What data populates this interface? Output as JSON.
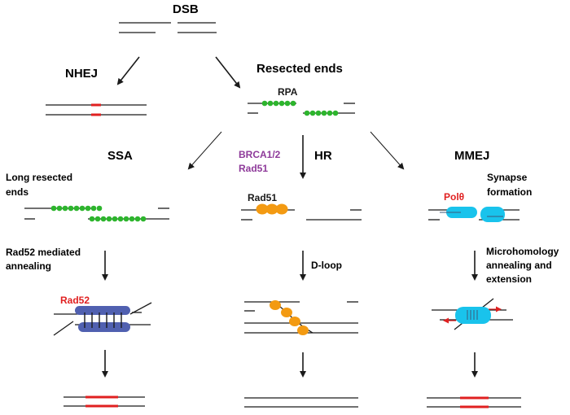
{
  "title": "DSB",
  "pathways": {
    "nhej": "NHEJ",
    "resected": "Resected ends",
    "ssa": "SSA",
    "hr": "HR",
    "mmej": "MMEJ"
  },
  "proteins": {
    "rpa": "RPA",
    "brca_line1": "BRCA1/2",
    "brca_line2": "Rad51",
    "rad51": "Rad51",
    "rad52": "Rad52",
    "polq": "Polθ"
  },
  "steps": {
    "long_resected_line1": "Long resected",
    "long_resected_line2": "ends",
    "rad52_line1": "Rad52 mediated",
    "rad52_line2": "annealing",
    "dloop": "D-loop",
    "synapse_line1": "Synapse",
    "synapse_line2": "formation",
    "micro_line1": "Microhomology",
    "micro_line2": "annealing and",
    "micro_line3": "extension"
  },
  "colors": {
    "rpa": "#2db52d",
    "rad51": "#f39a12",
    "rad52": "#5060b0",
    "polq": "#19c3ec",
    "repair": "#e02020",
    "brca": "#8e3a9a",
    "dna": "#1a1a1a"
  }
}
